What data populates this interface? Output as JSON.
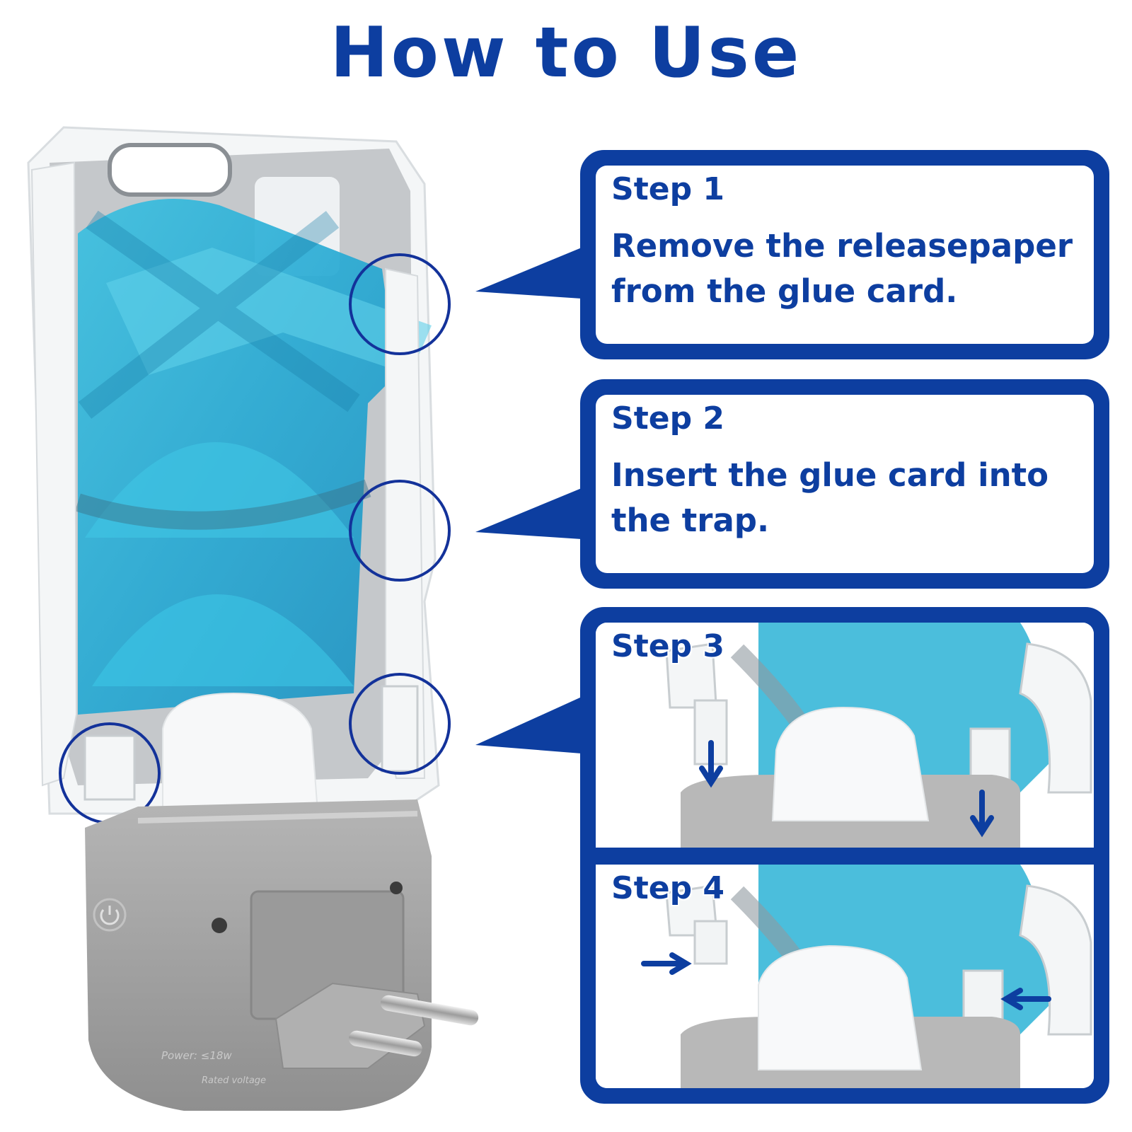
{
  "title": "How to Use",
  "steps": [
    {
      "label": "Step 1",
      "desc_line1": "Remove the releasepaper",
      "desc_line2": "from the glue card."
    },
    {
      "label": "Step 2",
      "desc_line1": "Insert the glue card into",
      "desc_line2": "the trap."
    },
    {
      "label": "Step 3"
    },
    {
      "label": "Step 4"
    }
  ],
  "device": {
    "power_text": "Power: ≤18w",
    "rated_text": "Rated voltage"
  },
  "colors": {
    "brand_blue": "#0d3ea0",
    "glue_blue": "#2bb3d6",
    "housing_grey": "#a9a9a9",
    "frame_white": "#f4f6f7"
  }
}
